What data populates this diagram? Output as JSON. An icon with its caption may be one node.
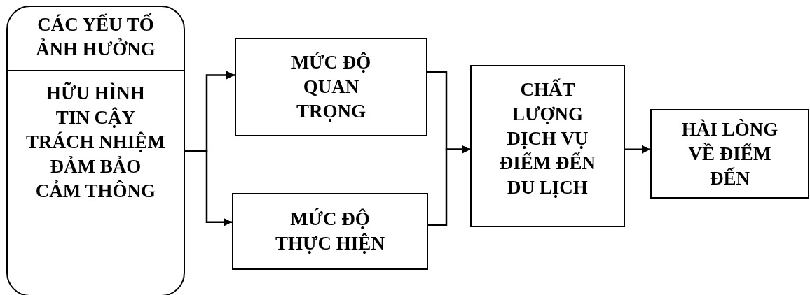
{
  "diagram": {
    "nodes": [
      {
        "text": [
          "CÁC YẾU TỐ ẢNH HƯỞNG",
          "HỮU HÌNH",
          "TIN CẬY",
          "TRÁCH NHIỆM",
          "ĐẢM BẢO",
          "CẢM THÔNG"
        ]
      },
      {
        "text": [
          "MỨC ĐỘ QUAN TRỌNG"
        ]
      },
      {
        "text": [
          "MỨC ĐỘ THỰC HIỆN"
        ]
      },
      {
        "text": [
          "CHẤT LƯỢNG DỊCH VỤ ĐIỂM ĐẾN DU LỊCH"
        ]
      },
      {
        "text": [
          "HÀI LÒNG VỀ ĐIỂM ĐẾN"
        ]
      }
    ],
    "edges": [
      {
        "from": 0,
        "to": 1,
        "arrow": "to"
      },
      {
        "from": 0,
        "to": 2,
        "arrow": "to"
      },
      {
        "from": 1,
        "to": 3,
        "arrow": "to"
      },
      {
        "from": 2,
        "to": 3,
        "arrow": "to"
      },
      {
        "from": 3,
        "to": 4,
        "arrow": "to"
      }
    ]
  }
}
